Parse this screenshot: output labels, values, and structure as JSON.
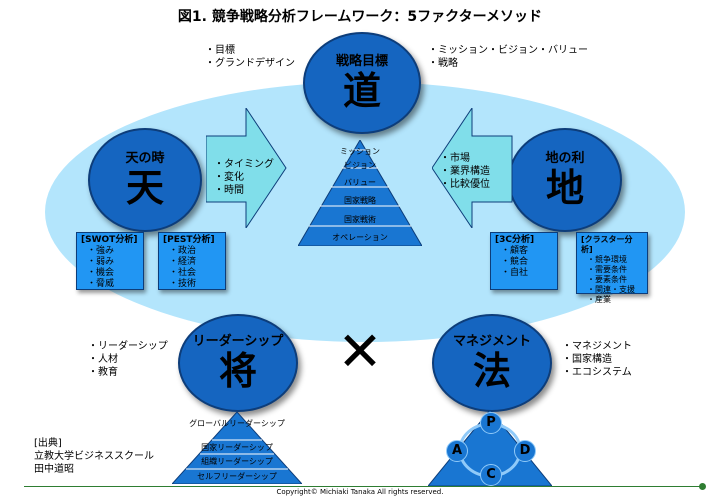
{
  "title": "図1. 競争戦略分析フレームワーク：5ファクターメソッド",
  "top": {
    "label": "戦略目標",
    "kanji": "道",
    "left_bullets": [
      "目標",
      "グランドデザイン"
    ],
    "right_bullets": [
      "ミッション・ビジョン・バリュー",
      "戦略"
    ]
  },
  "left_factor": {
    "label": "天の時",
    "kanji": "天",
    "arrow_bullets": [
      "タイミング",
      "変化",
      "時間"
    ],
    "boxes": [
      {
        "title": "[SWOT分析]",
        "items": [
          "強み",
          "弱み",
          "機会",
          "脅威"
        ]
      },
      {
        "title": "[PEST分析]",
        "items": [
          "政治",
          "経済",
          "社会",
          "技術"
        ]
      }
    ]
  },
  "right_factor": {
    "label": "地の利",
    "kanji": "地",
    "arrow_bullets": [
      "市場",
      "業界構造",
      "比較優位"
    ],
    "boxes": [
      {
        "title": "[3C分析]",
        "items": [
          "顧客",
          "競合",
          "自社"
        ]
      },
      {
        "title": "[クラスター分析]",
        "items": [
          "競争環境",
          "需要条件",
          "要素条件",
          "関連・支援",
          "産業"
        ]
      }
    ]
  },
  "center_pyramid": [
    "ミッション",
    "ビジョン",
    "バリュー",
    "国家戦略",
    "国家戦術",
    "オペレーション"
  ],
  "bottom_left": {
    "label": "リーダーシップ",
    "kanji": "将",
    "bullets": [
      "リーダーシップ",
      "人材",
      "教育"
    ],
    "pyramid": [
      "グローバルリーダーシップ",
      "国家リーダーシップ",
      "組織リーダーシップ",
      "セルフリーダーシップ"
    ]
  },
  "bottom_right": {
    "label": "マネジメント",
    "kanji": "法",
    "bullets": [
      "マネジメント",
      "国家構造",
      "エコシステム"
    ],
    "pdca": [
      "P",
      "D",
      "C",
      "A"
    ]
  },
  "cross": "✕",
  "source": {
    "heading": "[出典]",
    "lines": [
      "立教大学ビジネススクール",
      "田中道昭"
    ]
  },
  "copyright": "Copyright© Michiaki Tanaka All rights reserved.",
  "colors": {
    "ellipse": "#b3e5fc",
    "circle": "#1565c0",
    "box": "#2196f3",
    "arrow": "#80deea",
    "pyramid": "#1976d2"
  }
}
